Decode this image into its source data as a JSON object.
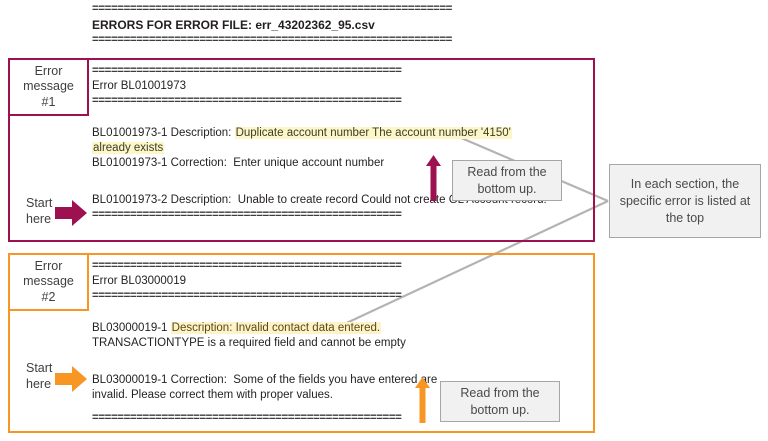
{
  "header": {
    "rule_top": "=========================================================",
    "title": "ERRORS FOR ERROR FILE: err_43202362_95.csv",
    "rule_bottom": "========================================================="
  },
  "colors": {
    "error1_border": "#9e1150",
    "error2_border": "#f79622",
    "callout_border": "#a6a6a6",
    "callout_fill": "#f1f1f1",
    "highlight": "#fdf6c8",
    "connector": "#b3b3b3",
    "text": "#231f20"
  },
  "labels": {
    "tag1_line1": "Error",
    "tag1_line2": "message",
    "tag1_line3": "#1",
    "tag2_line1": "Error",
    "tag2_line2": "message",
    "tag2_line3": "#2",
    "start_here_1": "Start\nhere",
    "start_here_2": "Start\nhere"
  },
  "callouts": {
    "read_bottom_up_1": "Read from the bottom up.",
    "read_bottom_up_2": "Read from the bottom up.",
    "specific_error": "In each section, the specific error is listed at the top"
  },
  "error1": {
    "rule_top": "=================================================",
    "error_id_line": "Error BL01001973",
    "rule_under": "=================================================",
    "desc_label": "BL01001973-1 Description:",
    "desc_text_hl": "Duplicate account number The account number '4150'",
    "desc_text_hl_2": "already exists",
    "corr_label": "BL01001973-1 Correction:",
    "corr_text": "Enter unique account number",
    "desc2_label": "BL01001973-2 Description:",
    "desc2_text": "Unable to create record Could not create GL Account record!",
    "rule_bottom": "================================================="
  },
  "error2": {
    "rule_top": "=================================================",
    "error_id_line": "Error BL03000019",
    "rule_under": "=================================================",
    "desc_label": "BL03000019-1",
    "desc_text_hl": "Description:  Invalid contact data entered.",
    "desc_text_2": "TRANSACTIONTYPE is a required field and cannot be empty",
    "corr_label": "BL03000019-1 Correction:",
    "corr_text": "Some of the fields you have entered are invalid. Please correct them with proper values.",
    "rule_bottom": "================================================="
  }
}
